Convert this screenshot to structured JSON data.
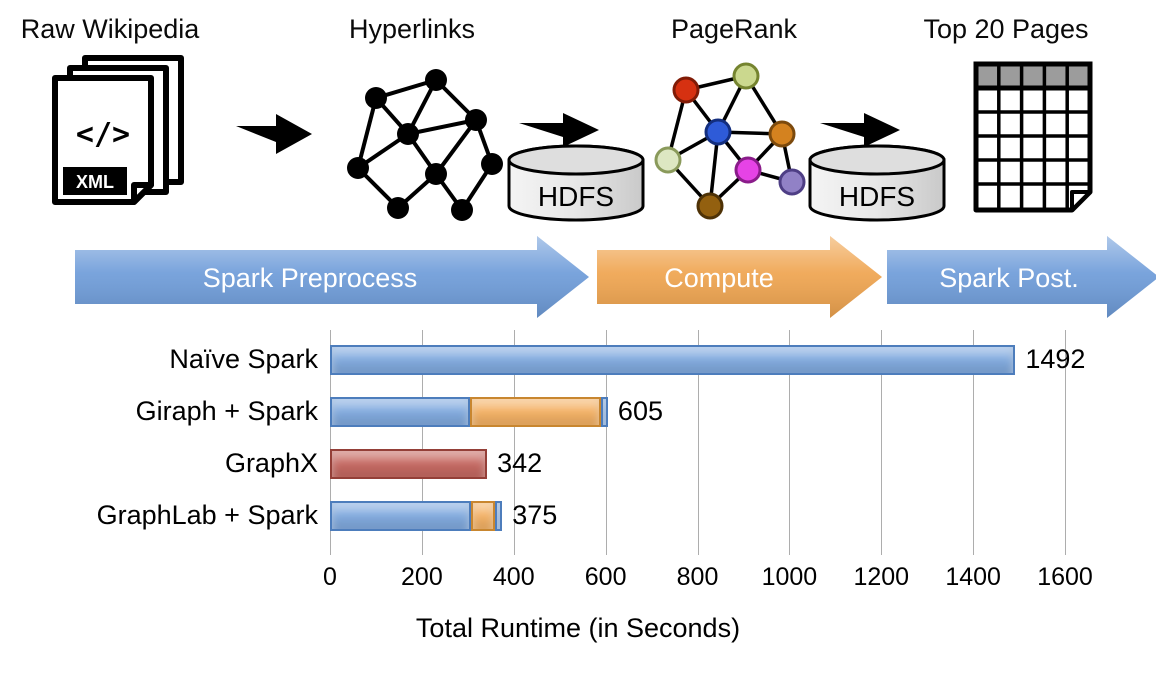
{
  "pipeline": {
    "stages": [
      {
        "label": "Raw Wikipedia"
      },
      {
        "label": "Hyperlinks"
      },
      {
        "label": "PageRank"
      },
      {
        "label": "Top 20 Pages"
      }
    ],
    "hdfs_label": "HDFS",
    "xml_code_text": "</>",
    "xml_badge_text": "XML"
  },
  "banners": [
    {
      "label": "Spark Preprocess",
      "color": "#6E9CD9"
    },
    {
      "label": "Compute",
      "color": "#EFA44F"
    },
    {
      "label": "Spark Post.",
      "color": "#6E9CD9"
    }
  ],
  "chart_data": {
    "type": "bar",
    "orientation": "horizontal",
    "title": "",
    "xlabel": "Total Runtime (in Seconds)",
    "xlim": [
      0,
      1600
    ],
    "x_ticks": [
      0,
      200,
      400,
      600,
      800,
      1000,
      1200,
      1400,
      1600
    ],
    "grid": true,
    "categories": [
      "Naïve Spark",
      "Giraph + Spark",
      "GraphX",
      "GraphLab + Spark"
    ],
    "totals": [
      1492,
      605,
      342,
      375
    ],
    "colors": {
      "spark_blue": "#82ABDF",
      "compute_orange": "#F4B266",
      "graphx_red": "#C66A63"
    },
    "bars": [
      {
        "category": "Naïve Spark",
        "label": "1492",
        "segments": [
          {
            "name": "spark",
            "value": 1492,
            "color": "#82ABDF",
            "border": "#4D7DBC"
          }
        ]
      },
      {
        "category": "Giraph + Spark",
        "label": "605",
        "segments": [
          {
            "name": "spark-preprocess",
            "value": 305,
            "color": "#82ABDF",
            "border": "#4D7DBC"
          },
          {
            "name": "compute",
            "value": 286,
            "color": "#F4B266",
            "border": "#C8862F"
          },
          {
            "name": "spark-post",
            "value": 14,
            "color": "#82ABDF",
            "border": "#4D7DBC"
          }
        ]
      },
      {
        "category": "GraphX",
        "label": "342",
        "segments": [
          {
            "name": "graphx",
            "value": 342,
            "color": "#C66A63",
            "border": "#943F38"
          }
        ]
      },
      {
        "category": "GraphLab + Spark",
        "label": "375",
        "segments": [
          {
            "name": "spark-preprocess",
            "value": 308,
            "color": "#82ABDF",
            "border": "#4D7DBC"
          },
          {
            "name": "compute",
            "value": 52,
            "color": "#F4B266",
            "border": "#C8862F"
          },
          {
            "name": "spark-post",
            "value": 15,
            "color": "#82ABDF",
            "border": "#4D7DBC"
          }
        ]
      }
    ]
  }
}
